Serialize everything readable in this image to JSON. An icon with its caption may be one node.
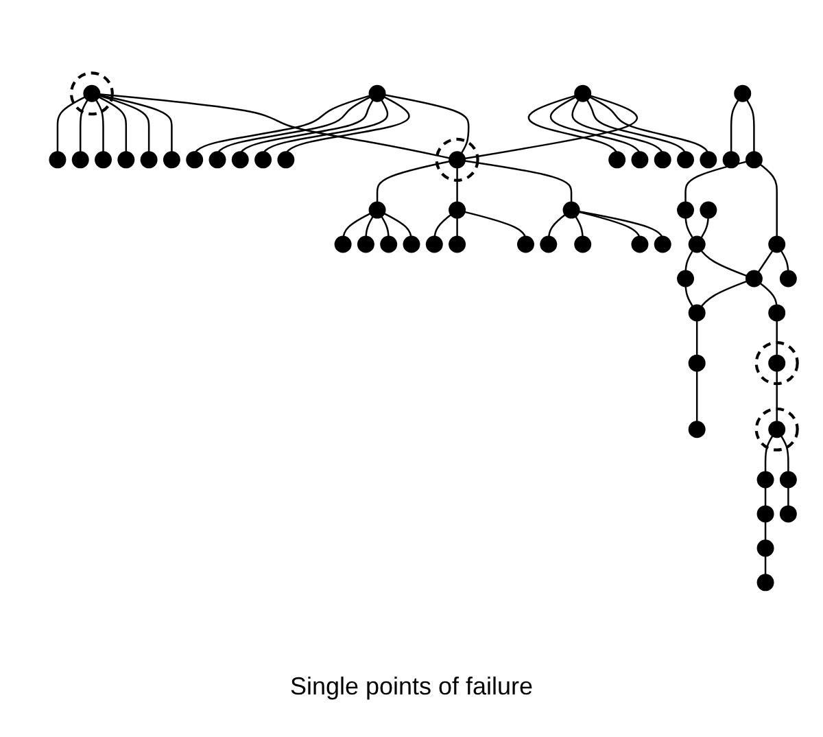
{
  "diagram": {
    "caption": "Single points of failure",
    "nodes": [
      {
        "text": [],
        "shape": "circle"
      },
      {
        "text": [],
        "shape": "circle",
        "in": 0
      },
      {
        "text": [],
        "shape": "circle"
      },
      {
        "text": [],
        "shape": "circle"
      },
      {
        "text": [],
        "shape": "circle"
      },
      {
        "text": [],
        "shape": "circle"
      },
      {
        "text": [],
        "shape": "circle"
      },
      {
        "text": [],
        "shape": "circle"
      },
      {
        "text": [],
        "shape": "circle"
      },
      {
        "text": [],
        "shape": "circle"
      },
      {
        "text": [],
        "shape": "circle"
      },
      {
        "text": [],
        "shape": "circle"
      },
      {
        "text": [],
        "shape": "circle"
      },
      {
        "text": [],
        "shape": "circle"
      },
      {
        "text": [],
        "shape": "circle"
      },
      {
        "text": [],
        "shape": "circle"
      },
      {
        "text": [],
        "shape": "circle"
      },
      {
        "text": [],
        "shape": "circle"
      },
      {
        "text": [],
        "shape": "circle"
      },
      {
        "text": [],
        "shape": "circle"
      },
      {
        "text": [],
        "shape": "circle"
      },
      {
        "text": [],
        "shape": "circle",
        "in": 20
      },
      {
        "text": [],
        "shape": "circle"
      },
      {
        "text": [],
        "shape": "circle"
      },
      {
        "text": [],
        "shape": "circle"
      },
      {
        "text": [],
        "shape": "circle"
      },
      {
        "text": [],
        "shape": "circle"
      },
      {
        "text": [],
        "shape": "circle"
      },
      {
        "text": [],
        "shape": "circle"
      },
      {
        "text": [],
        "shape": "circle"
      },
      {
        "text": [],
        "shape": "circle"
      },
      {
        "text": [],
        "shape": "circle"
      },
      {
        "text": [],
        "shape": "circle"
      },
      {
        "text": [],
        "shape": "circle"
      },
      {
        "text": [],
        "shape": "circle"
      },
      {
        "text": [],
        "shape": "circle"
      },
      {
        "text": [],
        "shape": "circle"
      },
      {
        "text": [],
        "shape": "circle"
      },
      {
        "text": [],
        "shape": "circle"
      },
      {
        "text": [],
        "shape": "circle"
      },
      {
        "text": [],
        "shape": "circle"
      },
      {
        "text": [],
        "shape": "circle"
      },
      {
        "text": [],
        "shape": "circle"
      },
      {
        "text": [],
        "shape": "circle"
      },
      {
        "text": [],
        "shape": "circle"
      },
      {
        "text": [],
        "shape": "circle"
      },
      {
        "text": [],
        "shape": "circle"
      },
      {
        "text": [],
        "shape": "circle"
      },
      {
        "text": [],
        "shape": "circle"
      },
      {
        "text": [],
        "shape": "circle",
        "in": 48
      },
      {
        "text": [],
        "shape": "circle"
      },
      {
        "text": [],
        "shape": "circle",
        "in": 50
      },
      {
        "text": [],
        "shape": "circle"
      },
      {
        "text": [],
        "shape": "circle"
      },
      {
        "text": [],
        "shape": "circle"
      },
      {
        "text": [],
        "shape": "circle"
      },
      {
        "text": [],
        "shape": "circle"
      },
      {
        "text": [],
        "shape": "circle"
      },
      {
        "text": [],
        "shape": "circle"
      },
      {
        "text": [],
        "shape": "circle"
      }
    ],
    "edges": [
      {
        "from": 1,
        "to": 2,
        "arrow": "none"
      },
      {
        "from": 1,
        "to": 3,
        "arrow": "none"
      },
      {
        "from": 1,
        "to": 4,
        "arrow": "none"
      },
      {
        "from": 1,
        "to": 5,
        "arrow": "none"
      },
      {
        "from": 1,
        "to": 6,
        "arrow": "none"
      },
      {
        "from": 1,
        "to": 7,
        "arrow": "none"
      },
      {
        "from": 1,
        "to": 21,
        "arrow": "none"
      },
      {
        "from": 8,
        "to": 9,
        "arrow": "none"
      },
      {
        "from": 8,
        "to": 10,
        "arrow": "none"
      },
      {
        "from": 8,
        "to": 11,
        "arrow": "none"
      },
      {
        "from": 8,
        "to": 12,
        "arrow": "none"
      },
      {
        "from": 8,
        "to": 13,
        "arrow": "none"
      },
      {
        "from": 8,
        "to": 21,
        "arrow": "none"
      },
      {
        "from": 14,
        "to": 15,
        "arrow": "none"
      },
      {
        "from": 14,
        "to": 16,
        "arrow": "none"
      },
      {
        "from": 14,
        "to": 17,
        "arrow": "none"
      },
      {
        "from": 14,
        "to": 18,
        "arrow": "none"
      },
      {
        "from": 14,
        "to": 19,
        "arrow": "none"
      },
      {
        "from": 14,
        "to": 21,
        "arrow": "none"
      },
      {
        "from": 21,
        "to": 22,
        "arrow": "none"
      },
      {
        "from": 22,
        "to": 23,
        "arrow": "none"
      },
      {
        "from": 22,
        "to": 24,
        "arrow": "none"
      },
      {
        "from": 22,
        "to": 25,
        "arrow": "none"
      },
      {
        "from": 22,
        "to": 26,
        "arrow": "none"
      },
      {
        "from": 21,
        "to": 27,
        "arrow": "none"
      },
      {
        "from": 27,
        "to": 28,
        "arrow": "none"
      },
      {
        "from": 27,
        "to": 29,
        "arrow": "none"
      },
      {
        "from": 27,
        "to": 30,
        "arrow": "none"
      },
      {
        "from": 21,
        "to": 31,
        "arrow": "none"
      },
      {
        "from": 31,
        "to": 32,
        "arrow": "none"
      },
      {
        "from": 31,
        "to": 33,
        "arrow": "none"
      },
      {
        "from": 31,
        "to": 34,
        "arrow": "none"
      },
      {
        "from": 31,
        "to": 35,
        "arrow": "none"
      },
      {
        "from": 36,
        "to": 37,
        "arrow": "none"
      },
      {
        "from": 36,
        "to": 38,
        "arrow": "none"
      },
      {
        "from": 38,
        "to": 39,
        "arrow": "none"
      },
      {
        "from": 38,
        "to": 40,
        "arrow": "none"
      },
      {
        "from": 41,
        "to": 42,
        "arrow": "none"
      },
      {
        "from": 39,
        "to": 42,
        "arrow": "none"
      },
      {
        "from": 42,
        "to": 43,
        "arrow": "none"
      },
      {
        "from": 42,
        "to": 44,
        "arrow": "none"
      },
      {
        "from": 40,
        "to": 44,
        "arrow": "none"
      },
      {
        "from": 40,
        "to": 45,
        "arrow": "none"
      },
      {
        "from": 43,
        "to": 46,
        "arrow": "none"
      },
      {
        "from": 44,
        "to": 46,
        "arrow": "none"
      },
      {
        "from": 44,
        "to": 47,
        "arrow": "none"
      },
      {
        "from": 47,
        "to": 49,
        "arrow": "none"
      },
      {
        "from": 49,
        "to": 51,
        "arrow": "none"
      },
      {
        "from": 51,
        "to": 52,
        "arrow": "none"
      },
      {
        "from": 51,
        "to": 53,
        "arrow": "none"
      },
      {
        "from": 46,
        "to": 54,
        "arrow": "none"
      },
      {
        "from": 54,
        "to": 55,
        "arrow": "none"
      },
      {
        "from": 52,
        "to": 56,
        "arrow": "none"
      },
      {
        "from": 56,
        "to": 57,
        "arrow": "none"
      },
      {
        "from": 57,
        "to": 58,
        "arrow": "none"
      },
      {
        "from": 53,
        "to": 59,
        "arrow": "none"
      }
    ]
  }
}
